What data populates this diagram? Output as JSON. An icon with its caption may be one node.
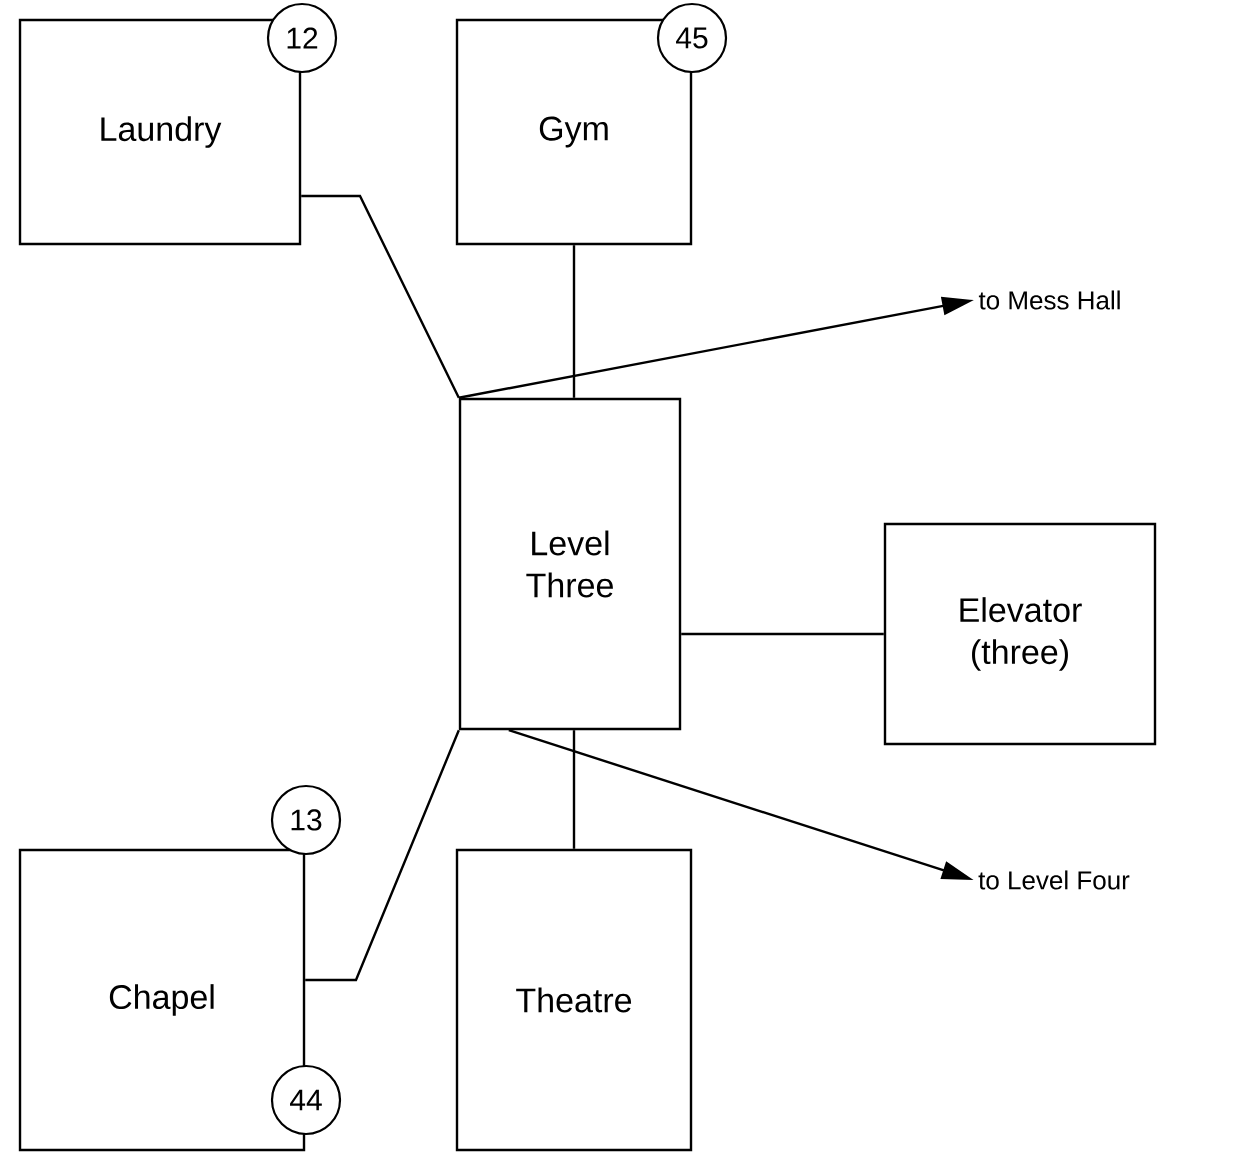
{
  "diagram": {
    "nodes": [
      {
        "text": [
          "Laundry"
        ]
      },
      {
        "text": [
          "12"
        ]
      },
      {
        "text": [
          "Gym"
        ]
      },
      {
        "text": [
          "45"
        ]
      },
      {
        "text": [
          "Level Three"
        ]
      },
      {
        "text": [
          "to Mess Hall"
        ]
      },
      {
        "text": [
          "Elevator (three)"
        ]
      },
      {
        "text": [
          "13"
        ]
      },
      {
        "text": [
          "Chapel"
        ]
      },
      {
        "text": [
          "Theatre"
        ]
      },
      {
        "text": [
          "to Level Four"
        ]
      },
      {
        "text": [
          "44"
        ]
      }
    ],
    "edges": [
      {
        "from": 0,
        "to": 4,
        "arrow": "none"
      },
      {
        "from": 2,
        "to": 4,
        "arrow": "none"
      },
      {
        "from": 4,
        "to": 5,
        "arrow": "to"
      },
      {
        "from": 4,
        "to": 6,
        "arrow": "none"
      },
      {
        "from": 4,
        "to": 10,
        "arrow": "to"
      },
      {
        "from": 4,
        "to": 9,
        "arrow": "none"
      },
      {
        "from": 4,
        "to": 8,
        "arrow": "none"
      }
    ]
  }
}
